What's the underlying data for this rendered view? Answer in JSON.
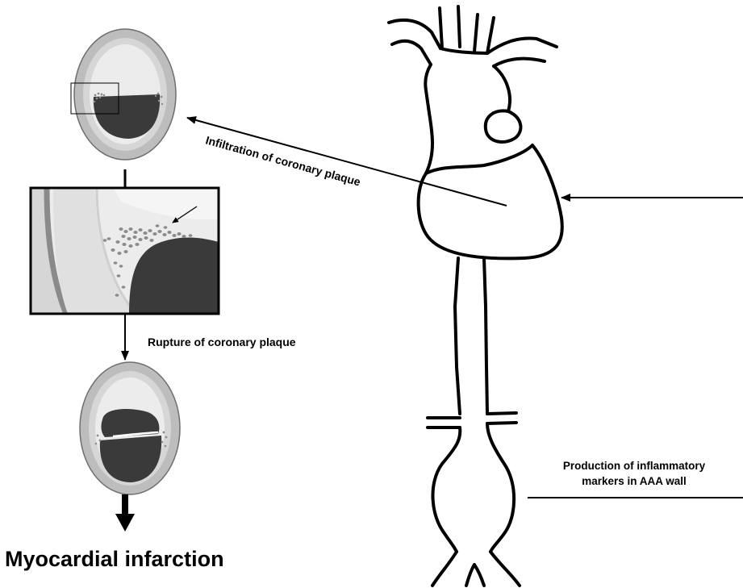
{
  "labels": {
    "infiltration": "Infiltration of coronary plaque",
    "rupture": "Rupture of coronary plaque",
    "production_line1": "Production of inflammatory",
    "production_line2": "markers in AAA wall",
    "outcome": "Myocardial infarction"
  },
  "colors": {
    "outline": "#000000",
    "vessel_outer": "#bdbdbd",
    "vessel_ring": "#d6d6d6",
    "lumen": "#ececec",
    "plaque": "#3a3a3a",
    "cells": "#8c8c8c",
    "media_stripe": "#8a8a8a"
  }
}
